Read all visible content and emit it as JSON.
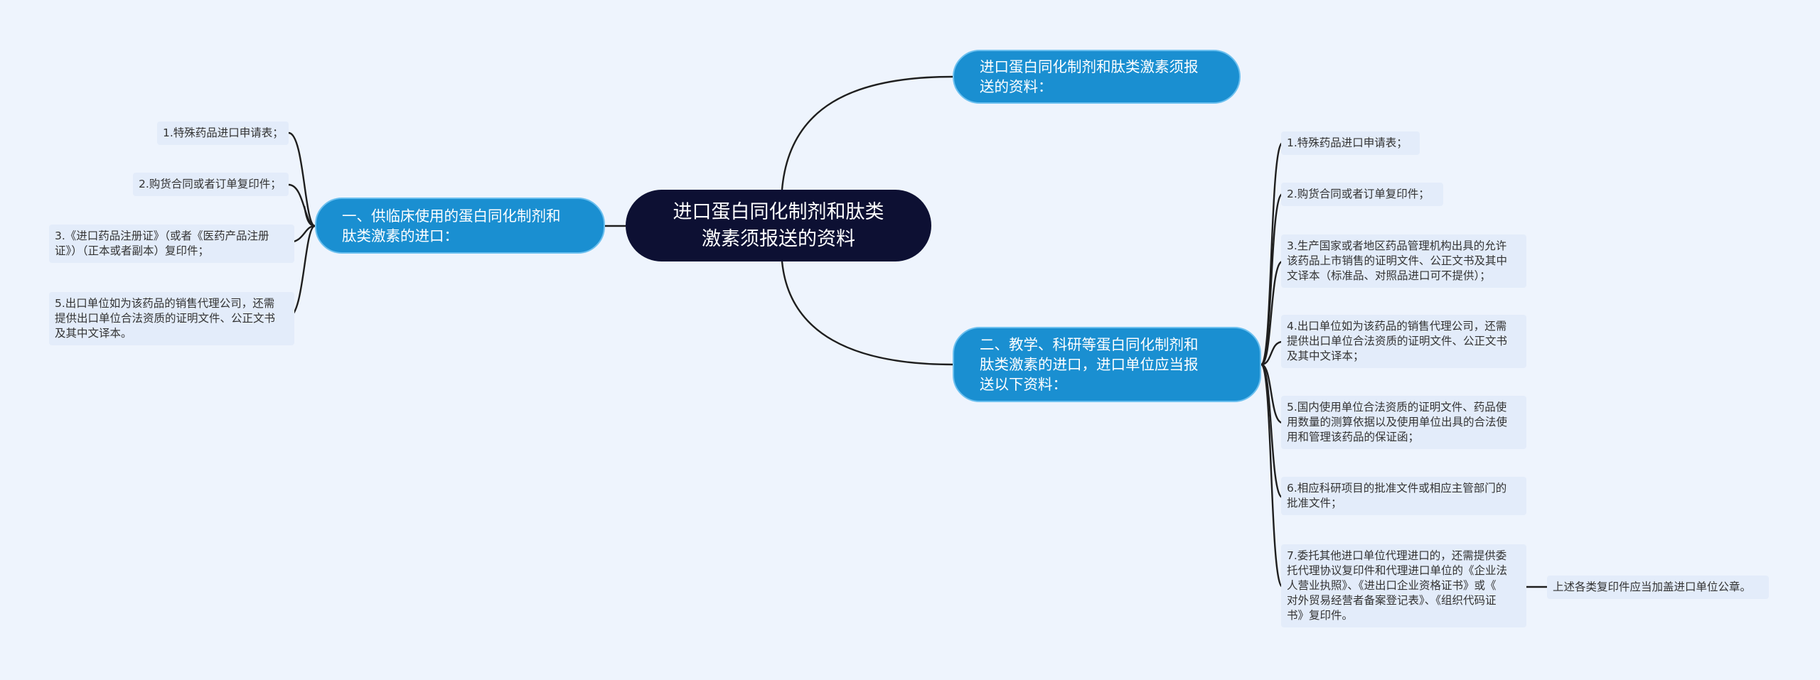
{
  "colors": {
    "background": "#eef4fd",
    "root_fill": "#0d1033",
    "branch_fill": "#1a8fd1",
    "branch_border": "#6cc0ef",
    "leaf_fill": "#e3ecfa",
    "connector": "#1f1f1f"
  },
  "root": {
    "lines": [
      "进口蛋白同化制剂和肽类",
      "激素须报送的资料"
    ]
  },
  "top_branch": {
    "lines": [
      "进口蛋白同化制剂和肽类激素须报",
      "送的资料："
    ]
  },
  "left_branch": {
    "lines": [
      "一、供临床使用的蛋白同化制剂和",
      "肽类激素的进口："
    ],
    "items": [
      {
        "lines": [
          "1.特殊药品进口申请表；"
        ]
      },
      {
        "lines": [
          "2.购货合同或者订单复印件；"
        ]
      },
      {
        "lines": [
          "3.《进口药品注册证》（或者《医药产品注册",
          "证》）（正本或者副本）复印件；"
        ]
      },
      {
        "lines": [
          "5.出口单位如为该药品的销售代理公司，还需",
          "提供出口单位合法资质的证明文件、公正文书",
          "及其中文译本。"
        ]
      }
    ]
  },
  "right_branch": {
    "lines": [
      "二、教学、科研等蛋白同化制剂和",
      "肽类激素的进口，进口单位应当报",
      "送以下资料："
    ],
    "items": [
      {
        "lines": [
          "1.特殊药品进口申请表；"
        ]
      },
      {
        "lines": [
          "2.购货合同或者订单复印件；"
        ]
      },
      {
        "lines": [
          "3.生产国家或者地区药品管理机构出具的允许",
          "该药品上市销售的证明文件、公正文书及其中",
          "文译本（标准品、对照品进口可不提供）；"
        ]
      },
      {
        "lines": [
          "4.出口单位如为该药品的销售代理公司，还需",
          "提供出口单位合法资质的证明文件、公正文书",
          "及其中文译本；"
        ]
      },
      {
        "lines": [
          "5.国内使用单位合法资质的证明文件、药品使",
          "用数量的测算依据以及使用单位出具的合法使",
          "用和管理该药品的保证函；"
        ]
      },
      {
        "lines": [
          "6.相应科研项目的批准文件或相应主管部门的",
          "批准文件；"
        ]
      },
      {
        "lines": [
          "7.委托其他进口单位代理进口的，还需提供委",
          "托代理协议复印件和代理进口单位的《企业法",
          "人营业执照》、《进出口企业资格证书》或《",
          "对外贸易经营者备案登记表》、《组织代码证",
          "书》复印件。"
        ]
      }
    ],
    "note": {
      "lines": [
        "上述各类复印件应当加盖进口单位公章。"
      ]
    }
  }
}
